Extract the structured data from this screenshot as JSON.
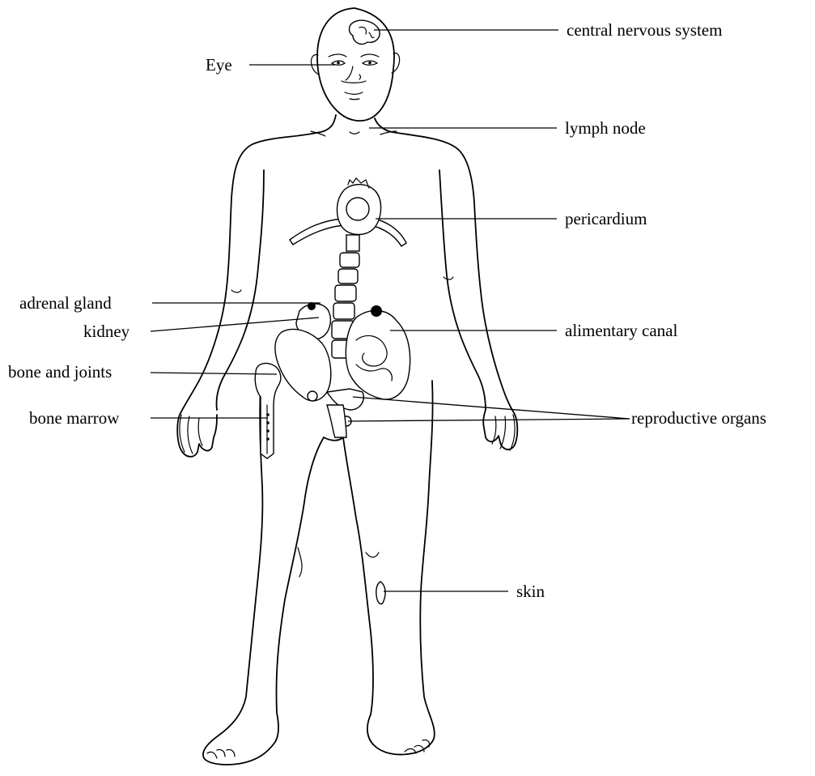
{
  "labels": {
    "cns": "central nervous system",
    "eye": "Eye",
    "lymph": "lymph node",
    "pericardium": "pericardium",
    "adrenal": "adrenal gland",
    "kidney": "kidney",
    "alimentary": "alimentary canal",
    "bone_joints": "bone and joints",
    "bone_marrow": "bone marrow",
    "reproductive": "reproductive organs",
    "skin": "skin"
  }
}
